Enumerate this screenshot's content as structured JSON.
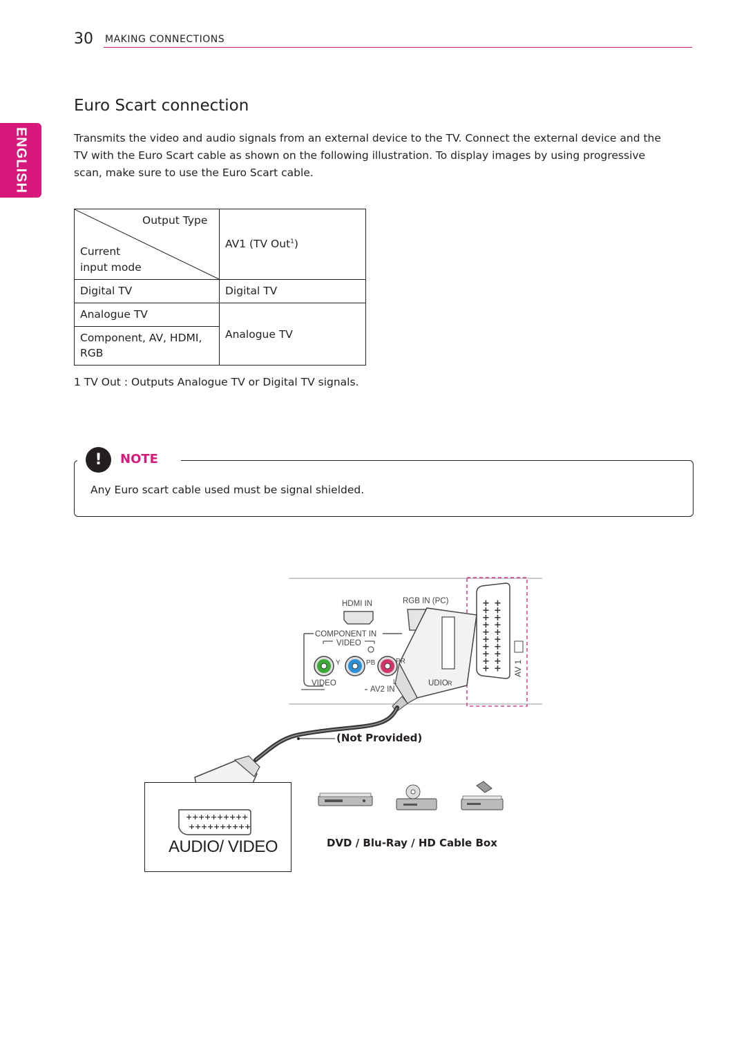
{
  "header": {
    "page_number": "30",
    "section": "MAKING CONNECTIONS"
  },
  "side_tab": {
    "label": "ENGLISH"
  },
  "title": "Euro Scart connection",
  "intro": "Transmits the video and audio signals from an external device to the TV. Connect the external device and the TV with the Euro Scart cable as shown on the following illustration. To display images by using progressive scan, make sure to use the Euro Scart cable.",
  "table": {
    "corner_top": "Output Type",
    "corner_bottom_line1": "Current",
    "corner_bottom_line2": "input mode",
    "output_header": "AV1 (TV Out",
    "output_header_sup": "1",
    "output_header_close": ")",
    "rows": [
      {
        "input": "Digital TV",
        "output": "Digital TV"
      },
      {
        "input": "Analogue TV",
        "output": ""
      },
      {
        "input_line1": "Component, AV, HDMI,",
        "input_line2": "RGB",
        "output": "Analogue TV"
      }
    ]
  },
  "footnote": "1 TV Out : Outputs Analogue TV or Digital TV signals.",
  "note": {
    "icon": "!",
    "label": "NOTE",
    "text": "Any Euro scart cable used must be signal shielded."
  },
  "illustration": {
    "panel_labels": {
      "hdmi_in": "HDMI IN",
      "rgb_in": "RGB IN (PC)",
      "component_in": "COMPONENT IN",
      "video_top": "VIDEO",
      "y": "Y",
      "pb": "PB",
      "pr": "PR",
      "video_bottom": "VIDEO",
      "av2_in": "AV2 IN",
      "l": "L",
      "audio": "UDIO",
      "r": "R",
      "av1": "AV 1"
    },
    "cable_note": "(Not Provided)",
    "audio_video": "AUDIO/ VIDEO",
    "device_caption": "DVD / Blu-Ray / HD Cable Box"
  },
  "colors": {
    "accent": "#d6197a",
    "text": "#231f20",
    "y_jack": "#3aa935",
    "pb_jack": "#2d8fd5",
    "pr_jack": "#d4346a",
    "dashed_box": "#d6197a"
  }
}
